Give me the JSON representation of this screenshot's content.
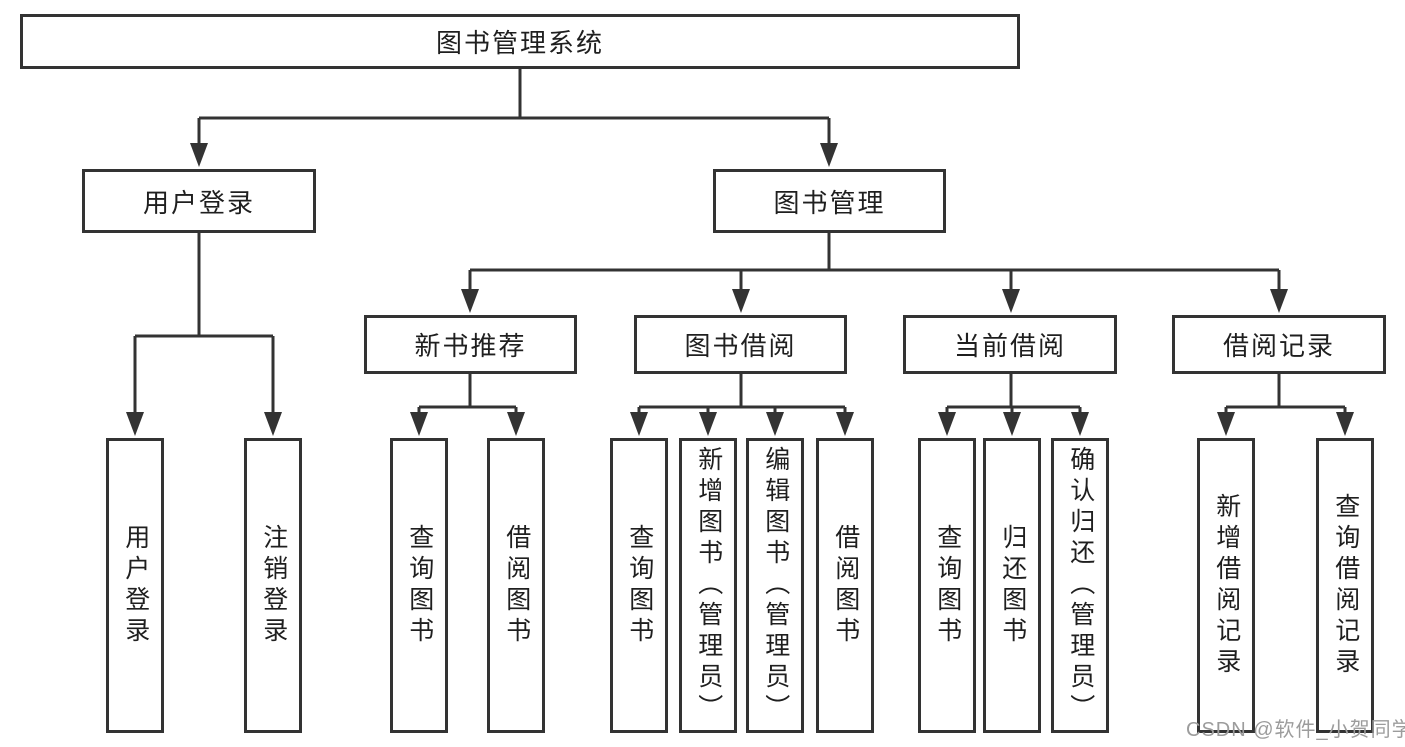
{
  "colors": {
    "line": "#333333",
    "text": "#1f1f1f",
    "watermark": "#9c9c9c",
    "background": "#ffffff"
  },
  "watermark": "CSDN @软件_小贺同学",
  "tree": {
    "root": "图书管理系统",
    "children": [
      {
        "label": "用户登录",
        "children": [
          "用户登录",
          "注销登录"
        ]
      },
      {
        "label": "图书管理",
        "children": [
          {
            "label": "新书推荐",
            "children": [
              "查询图书",
              "借阅图书"
            ]
          },
          {
            "label": "图书借阅",
            "children": [
              "查询图书",
              "新增图书（管理员）",
              "编辑图书（管理员）",
              "借阅图书"
            ]
          },
          {
            "label": "当前借阅",
            "children": [
              "查询图书",
              "归还图书",
              "确认归还（管理员）"
            ]
          },
          {
            "label": "借阅记录",
            "children": [
              "新增借阅记录",
              "查询借阅记录"
            ]
          }
        ]
      }
    ]
  }
}
